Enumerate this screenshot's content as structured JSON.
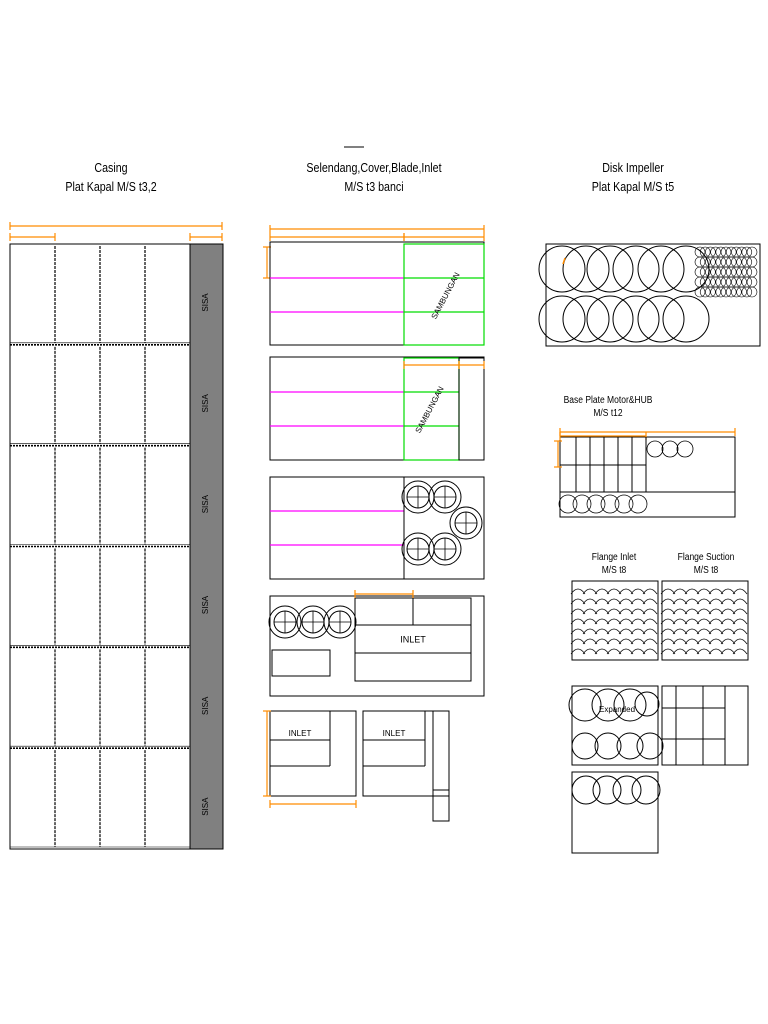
{
  "sections": {
    "casing": {
      "line1": "Casing",
      "line2": "Plat Kapal M/S t3,2"
    },
    "selendang": {
      "line1": "Selendang,Cover,Blade,Inlet",
      "line2": "M/S t3 banci"
    },
    "disk": {
      "line1": "Disk Impeller",
      "line2": "Plat Kapal M/S t5"
    },
    "base_plate": {
      "line1": "Base Plate Motor&HUB",
      "line2": "M/S t12"
    },
    "flange_inlet": {
      "line1": "Flange Inlet",
      "line2": "M/S t8"
    },
    "flange_suction": {
      "line1": "Flange Suction",
      "line2": "M/S t8"
    }
  },
  "labels": {
    "sisa": "SISA",
    "sambungan": "SAMBUNGAN",
    "inlet": "INLET",
    "expanded": "Expanded"
  },
  "colors": {
    "outline": "#000000",
    "dimension": "#ff8c00",
    "magenta": "#ff00ff",
    "green": "#00dd00",
    "remnant": "#808080"
  }
}
